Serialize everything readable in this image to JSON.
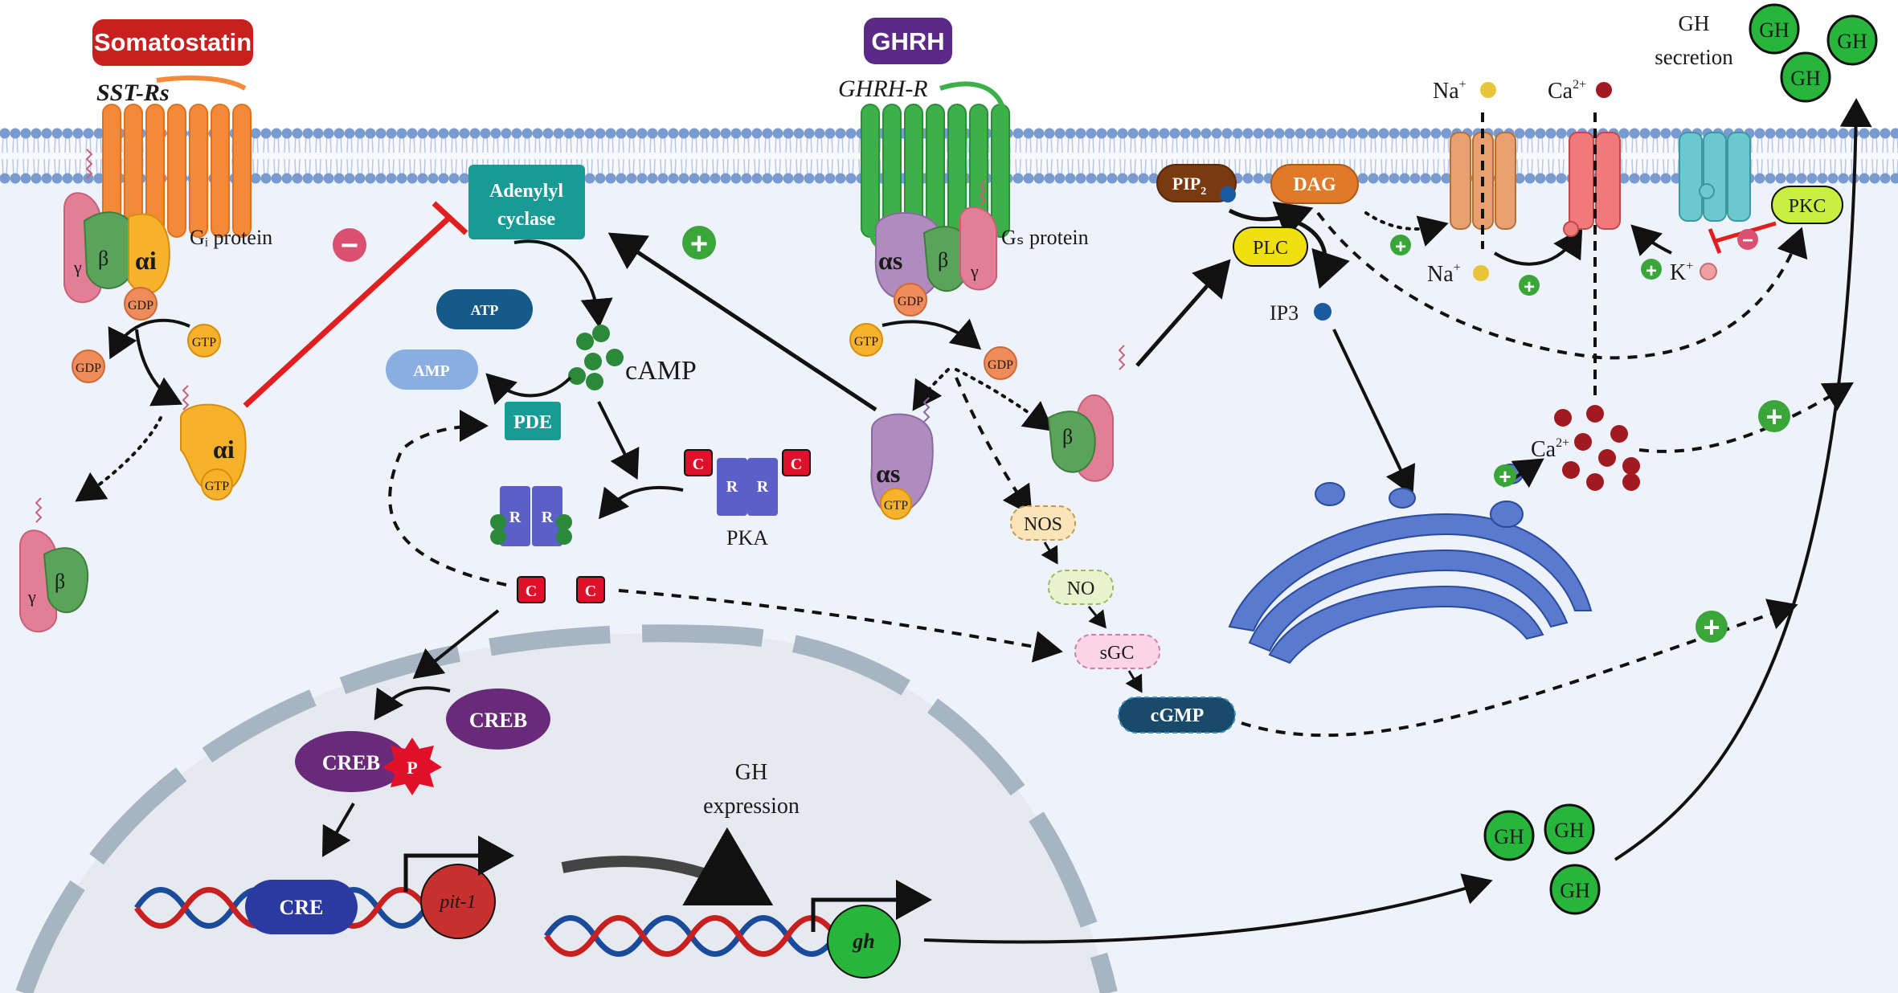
{
  "ligands": {
    "somatostatin": "Somatostatin",
    "ghrh": "GHRH"
  },
  "receptors": {
    "sst": "SST-Rs",
    "ghrh_r": "GHRH-R"
  },
  "proteins": {
    "gi_protein": "Gᵢ protein",
    "gs_protein": "Gₛ protein",
    "gamma": "γ",
    "beta": "β",
    "alpha_i": "αi",
    "alpha_s": "αs",
    "gdp": "GDP",
    "gtp": "GTP"
  },
  "enzymes": {
    "adenylyl_1": "Adenylyl",
    "adenylyl_2": "cyclase",
    "atp": "ATP",
    "amp": "AMP",
    "camp": "cAMP",
    "pde": "PDE",
    "pka": "PKA",
    "r": "R",
    "c": "C",
    "pip2": "PIP",
    "pip2_sub": "2",
    "dag": "DAG",
    "plc": "PLC",
    "ip3": "IP3",
    "pkc": "PKC",
    "nos": "NOS",
    "no": "NO",
    "sgc": "sGC",
    "cgmp": "cGMP"
  },
  "ions": {
    "na_top": "Na",
    "na_bottom": "Na",
    "plus": "+",
    "ca_top": "Ca",
    "ca_mid": "Ca",
    "ca_charge": "2+",
    "k": "K"
  },
  "nucleus": {
    "creb": "CREB",
    "p": "P",
    "cre": "CRE",
    "pit1": "pit-1",
    "gh_gene": "gh",
    "gh_expression_1": "GH",
    "gh_expression_2": "expression"
  },
  "secretion": {
    "gh": "GH",
    "gh_secretion_1": "GH",
    "gh_secretion_2": "secretion"
  },
  "symbols": {
    "minus": "−",
    "plus": "+"
  },
  "colors": {
    "membrane": "#7a9bd0",
    "cytoplasm": "#eef2fb",
    "somatostatin": "#c8201e",
    "ghrh": "#5b2a86",
    "sst_receptor": "#f28a3a",
    "ghrh_receptor": "#3db04a",
    "alpha_i": "#f7b22b",
    "alpha_s": "#b08bc0",
    "beta": "#5aa35a",
    "gamma": "#e27f96",
    "adenylyl": "#1a9a95",
    "inhibit": "#e02020",
    "activate": "#3aa63a",
    "gh": "#27b53c"
  }
}
